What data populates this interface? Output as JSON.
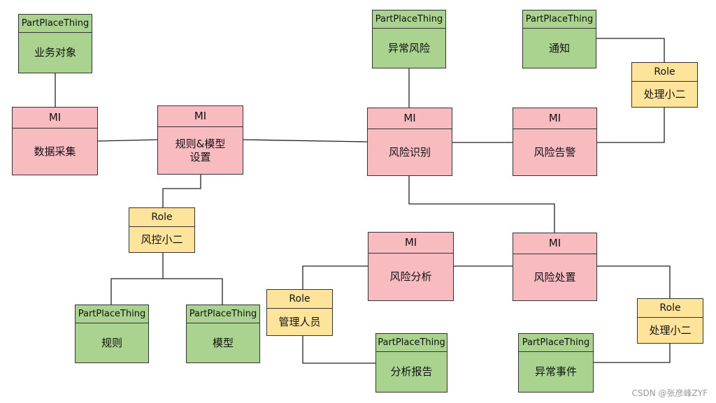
{
  "nodes": [
    {
      "id": "ppt_yewuduixiang",
      "type": "ppt",
      "header": "PartPlaceThing",
      "label": "业务对象"
    },
    {
      "id": "mi_shujucaiji",
      "type": "mi",
      "header": "MI",
      "label": "数据采集"
    },
    {
      "id": "mi_guize_moxing",
      "type": "mi",
      "header": "MI",
      "label": "规则&模型\n设置"
    },
    {
      "id": "role_fengkong",
      "type": "role",
      "header": "Role",
      "label": "风控小二"
    },
    {
      "id": "ppt_guize",
      "type": "ppt",
      "header": "PartPlaceThing",
      "label": "规则"
    },
    {
      "id": "ppt_moxing",
      "type": "ppt",
      "header": "PartPlaceThing",
      "label": "模型"
    },
    {
      "id": "ppt_yichangfengxian",
      "type": "ppt",
      "header": "PartPlaceThing",
      "label": "异常风险"
    },
    {
      "id": "mi_fengxianshibie",
      "type": "mi",
      "header": "MI",
      "label": "风险识别"
    },
    {
      "id": "ppt_tongzhi",
      "type": "ppt",
      "header": "PartPlaceThing",
      "label": "通知"
    },
    {
      "id": "role_chuli_top",
      "type": "role",
      "header": "Role",
      "label": "处理小二"
    },
    {
      "id": "mi_fengxiangaojing",
      "type": "mi",
      "header": "MI",
      "label": "风险告警"
    },
    {
      "id": "mi_fengxianfenxi",
      "type": "mi",
      "header": "MI",
      "label": "风险分析"
    },
    {
      "id": "mi_fengxianchuzhi",
      "type": "mi",
      "header": "MI",
      "label": "风险处置"
    },
    {
      "id": "role_guanli",
      "type": "role",
      "header": "Role",
      "label": "管理人员"
    },
    {
      "id": "ppt_fenxibaogao",
      "type": "ppt",
      "header": "PartPlaceThing",
      "label": "分析报告"
    },
    {
      "id": "role_chuli_bottom",
      "type": "role",
      "header": "Role",
      "label": "处理小二"
    },
    {
      "id": "ppt_yichangshijian",
      "type": "ppt",
      "header": "PartPlaceThing",
      "label": "异常事件"
    }
  ],
  "edges": [
    {
      "from": "ppt_yewuduixiang",
      "to": "mi_shujucaiji"
    },
    {
      "from": "mi_shujucaiji",
      "to": "mi_guize_moxing"
    },
    {
      "from": "mi_guize_moxing",
      "to": "mi_fengxianshibie"
    },
    {
      "from": "ppt_yichangfengxian",
      "to": "mi_fengxianshibie"
    },
    {
      "from": "mi_fengxianshibie",
      "to": "mi_fengxiangaojing"
    },
    {
      "from": "ppt_tongzhi",
      "to": "role_chuli_top"
    },
    {
      "from": "mi_fengxiangaojing",
      "to": "role_chuli_top"
    },
    {
      "from": "mi_fengxianshibie",
      "to": "mi_fengxianchuzhi"
    },
    {
      "from": "mi_guize_moxing",
      "to": "role_fengkong"
    },
    {
      "from": "role_fengkong",
      "to": "ppt_guize"
    },
    {
      "from": "role_fengkong",
      "to": "ppt_moxing"
    },
    {
      "from": "mi_fengxianfenxi",
      "to": "mi_fengxianchuzhi"
    },
    {
      "from": "mi_fengxianfenxi",
      "to": "role_guanli"
    },
    {
      "from": "role_guanli",
      "to": "ppt_fenxibaogao"
    },
    {
      "from": "mi_fengxianchuzhi",
      "to": "role_chuli_bottom"
    },
    {
      "from": "role_chuli_bottom",
      "to": "ppt_yichangshijian"
    }
  ],
  "watermark": "CSDN @张彦峰ZYF"
}
